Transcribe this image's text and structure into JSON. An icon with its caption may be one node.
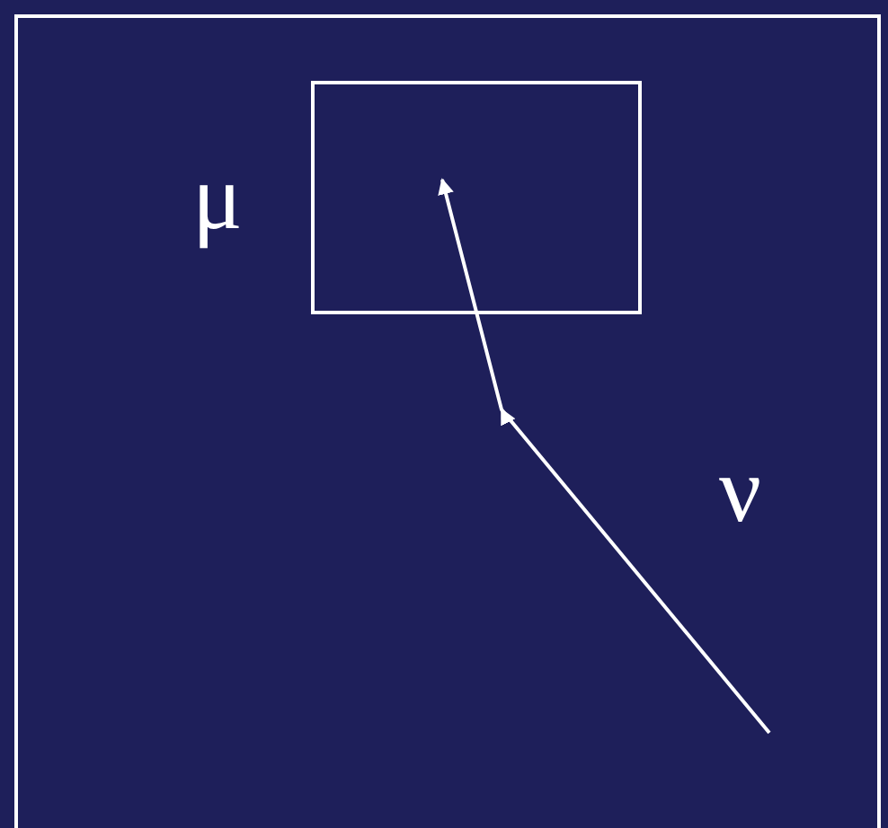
{
  "diagram": {
    "nodes": [
      {
        "text": [],
        "shape": "box"
      },
      {
        "text": [],
        "shape": "box",
        "in": 0,
        "beside": [
          "μ"
        ]
      }
    ],
    "edges": [
      {
        "from": null,
        "to": 1,
        "arrow": "to"
      }
    ],
    "labels": [
      "ν"
    ]
  }
}
